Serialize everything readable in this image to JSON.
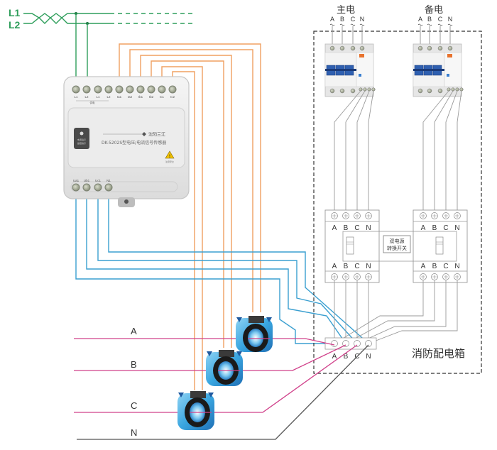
{
  "supply": {
    "l1_label": "L1",
    "l2_label": "L2"
  },
  "sensor": {
    "top_terminals": [
      "L1",
      "L2",
      "L1",
      "L2",
      "Ia1",
      "Ia2",
      "Ib1",
      "Ib2",
      "Ic1",
      "Ic2"
    ],
    "top_group_label": "供电",
    "brand": "沈阳三江",
    "model": "DK-5202S型电压/电流信号传感器",
    "indicator_text_1": "电源指示",
    "indicator_text_2": "故障指示",
    "warning_text": "注意安全",
    "bottom_terminals": [
      "Ua1",
      "Ub1",
      "Uc1",
      "N1"
    ]
  },
  "cabinet": {
    "title": "消防配电箱",
    "main_power_label": "主电",
    "backup_power_label": "备电",
    "phases": [
      "A",
      "B",
      "C",
      "N"
    ],
    "ats_label_line1": "双电源",
    "ats_label_line2": "转换开关"
  },
  "bus": {
    "lines": [
      "A",
      "B",
      "C",
      "N"
    ]
  },
  "colors": {
    "supply_green": "#2e9e5b",
    "current_orange": "#f0a060",
    "voltage_blue": "#3a9fd0",
    "phase_pink": "#d0408a",
    "neutral_gray": "#555555",
    "internal_gray": "#9a9a9a"
  }
}
